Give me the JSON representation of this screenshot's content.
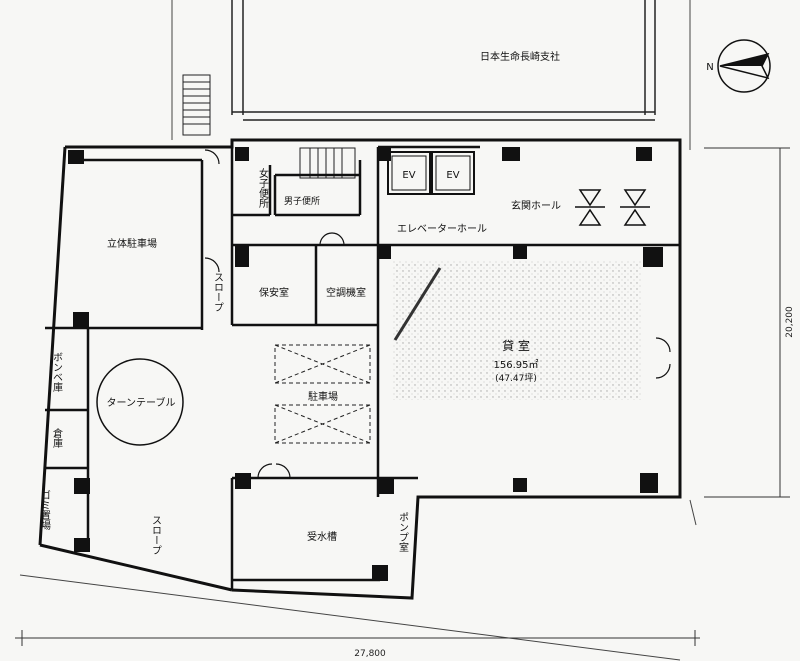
{
  "plan": {
    "neighbor_building": "日本生命長崎支社",
    "north_label": "N",
    "rooms": {
      "parking_multilevel": "立体駐車場",
      "womens_toilet": "女子便所",
      "mens_toilet": "男子便所",
      "ev_left": "EV",
      "ev_right": "EV",
      "entrance_hall": "玄関ホール",
      "elevator_hall": "エレベーターホール",
      "slope_upper": "スロープ",
      "security_room": "保安室",
      "ac_machine_room": "空調機室",
      "rental_room": "貸 室",
      "rental_area_m2": "156.95㎡",
      "rental_area_tsubo": "(47.47坪)",
      "cylinder_storage": "ボンベ庫",
      "storage": "倉庫",
      "turntable": "ターンテーブル",
      "parking": "駐車場",
      "garbage_storage": "ゴミ置場",
      "slope_lower": "スロープ",
      "water_tank": "受水槽",
      "pump_room": "ポンプ室"
    },
    "dimensions": {
      "width": "27,800",
      "depth": "20,200"
    }
  }
}
